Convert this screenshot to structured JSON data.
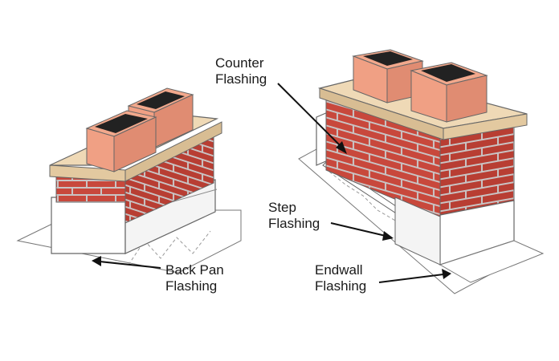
{
  "labels": {
    "counter_1": "Counter",
    "counter_2": "Flashing",
    "step_1": "Step",
    "step_2": "Flashing",
    "backpan_1": "Back Pan",
    "backpan_2": "Flashing",
    "endwall_1": "Endwall",
    "endwall_2": "Flashing"
  },
  "colors": {
    "brick": "#c8483c",
    "mortar": "#c9c4c4",
    "cap": "#efd9b6",
    "flue": "#f2a88c",
    "flue_opening": "#222222",
    "flashing": "#ffffff",
    "outline": "#555555"
  }
}
